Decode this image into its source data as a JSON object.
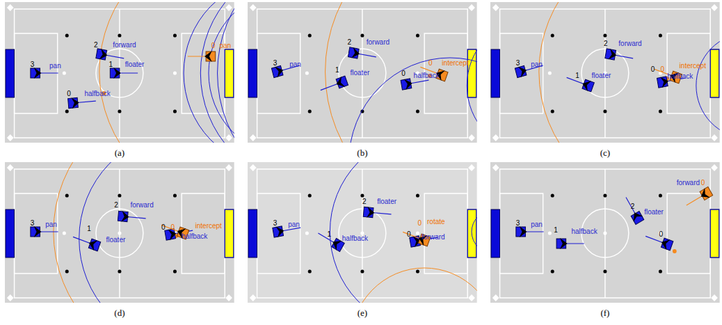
{
  "diagram": {
    "labels": [
      "3",
      "pan",
      "2",
      "forward",
      "1",
      "floater",
      "0",
      "halfback",
      "0",
      "pan",
      "(a)",
      "3",
      "pan",
      "2",
      "forward",
      "1",
      "floater",
      "0",
      "halfback",
      "0",
      "intercept",
      "(b)",
      "3",
      "pan",
      "2",
      "forward",
      "1",
      "floater",
      "0",
      "0",
      "halfback",
      "intercept",
      "(c)",
      "3",
      "pan",
      "2",
      "forward",
      "1",
      "floater",
      "0",
      "0",
      "halfback",
      "intercept",
      "(d)",
      "3",
      "pan",
      "2",
      "floater",
      "1",
      "halfback",
      "0",
      "0",
      "forward",
      "rotate",
      "(e)",
      "3",
      "pan",
      "1",
      "halfback",
      "2",
      "floater",
      "0",
      "forward",
      "0",
      "(f)"
    ]
  }
}
